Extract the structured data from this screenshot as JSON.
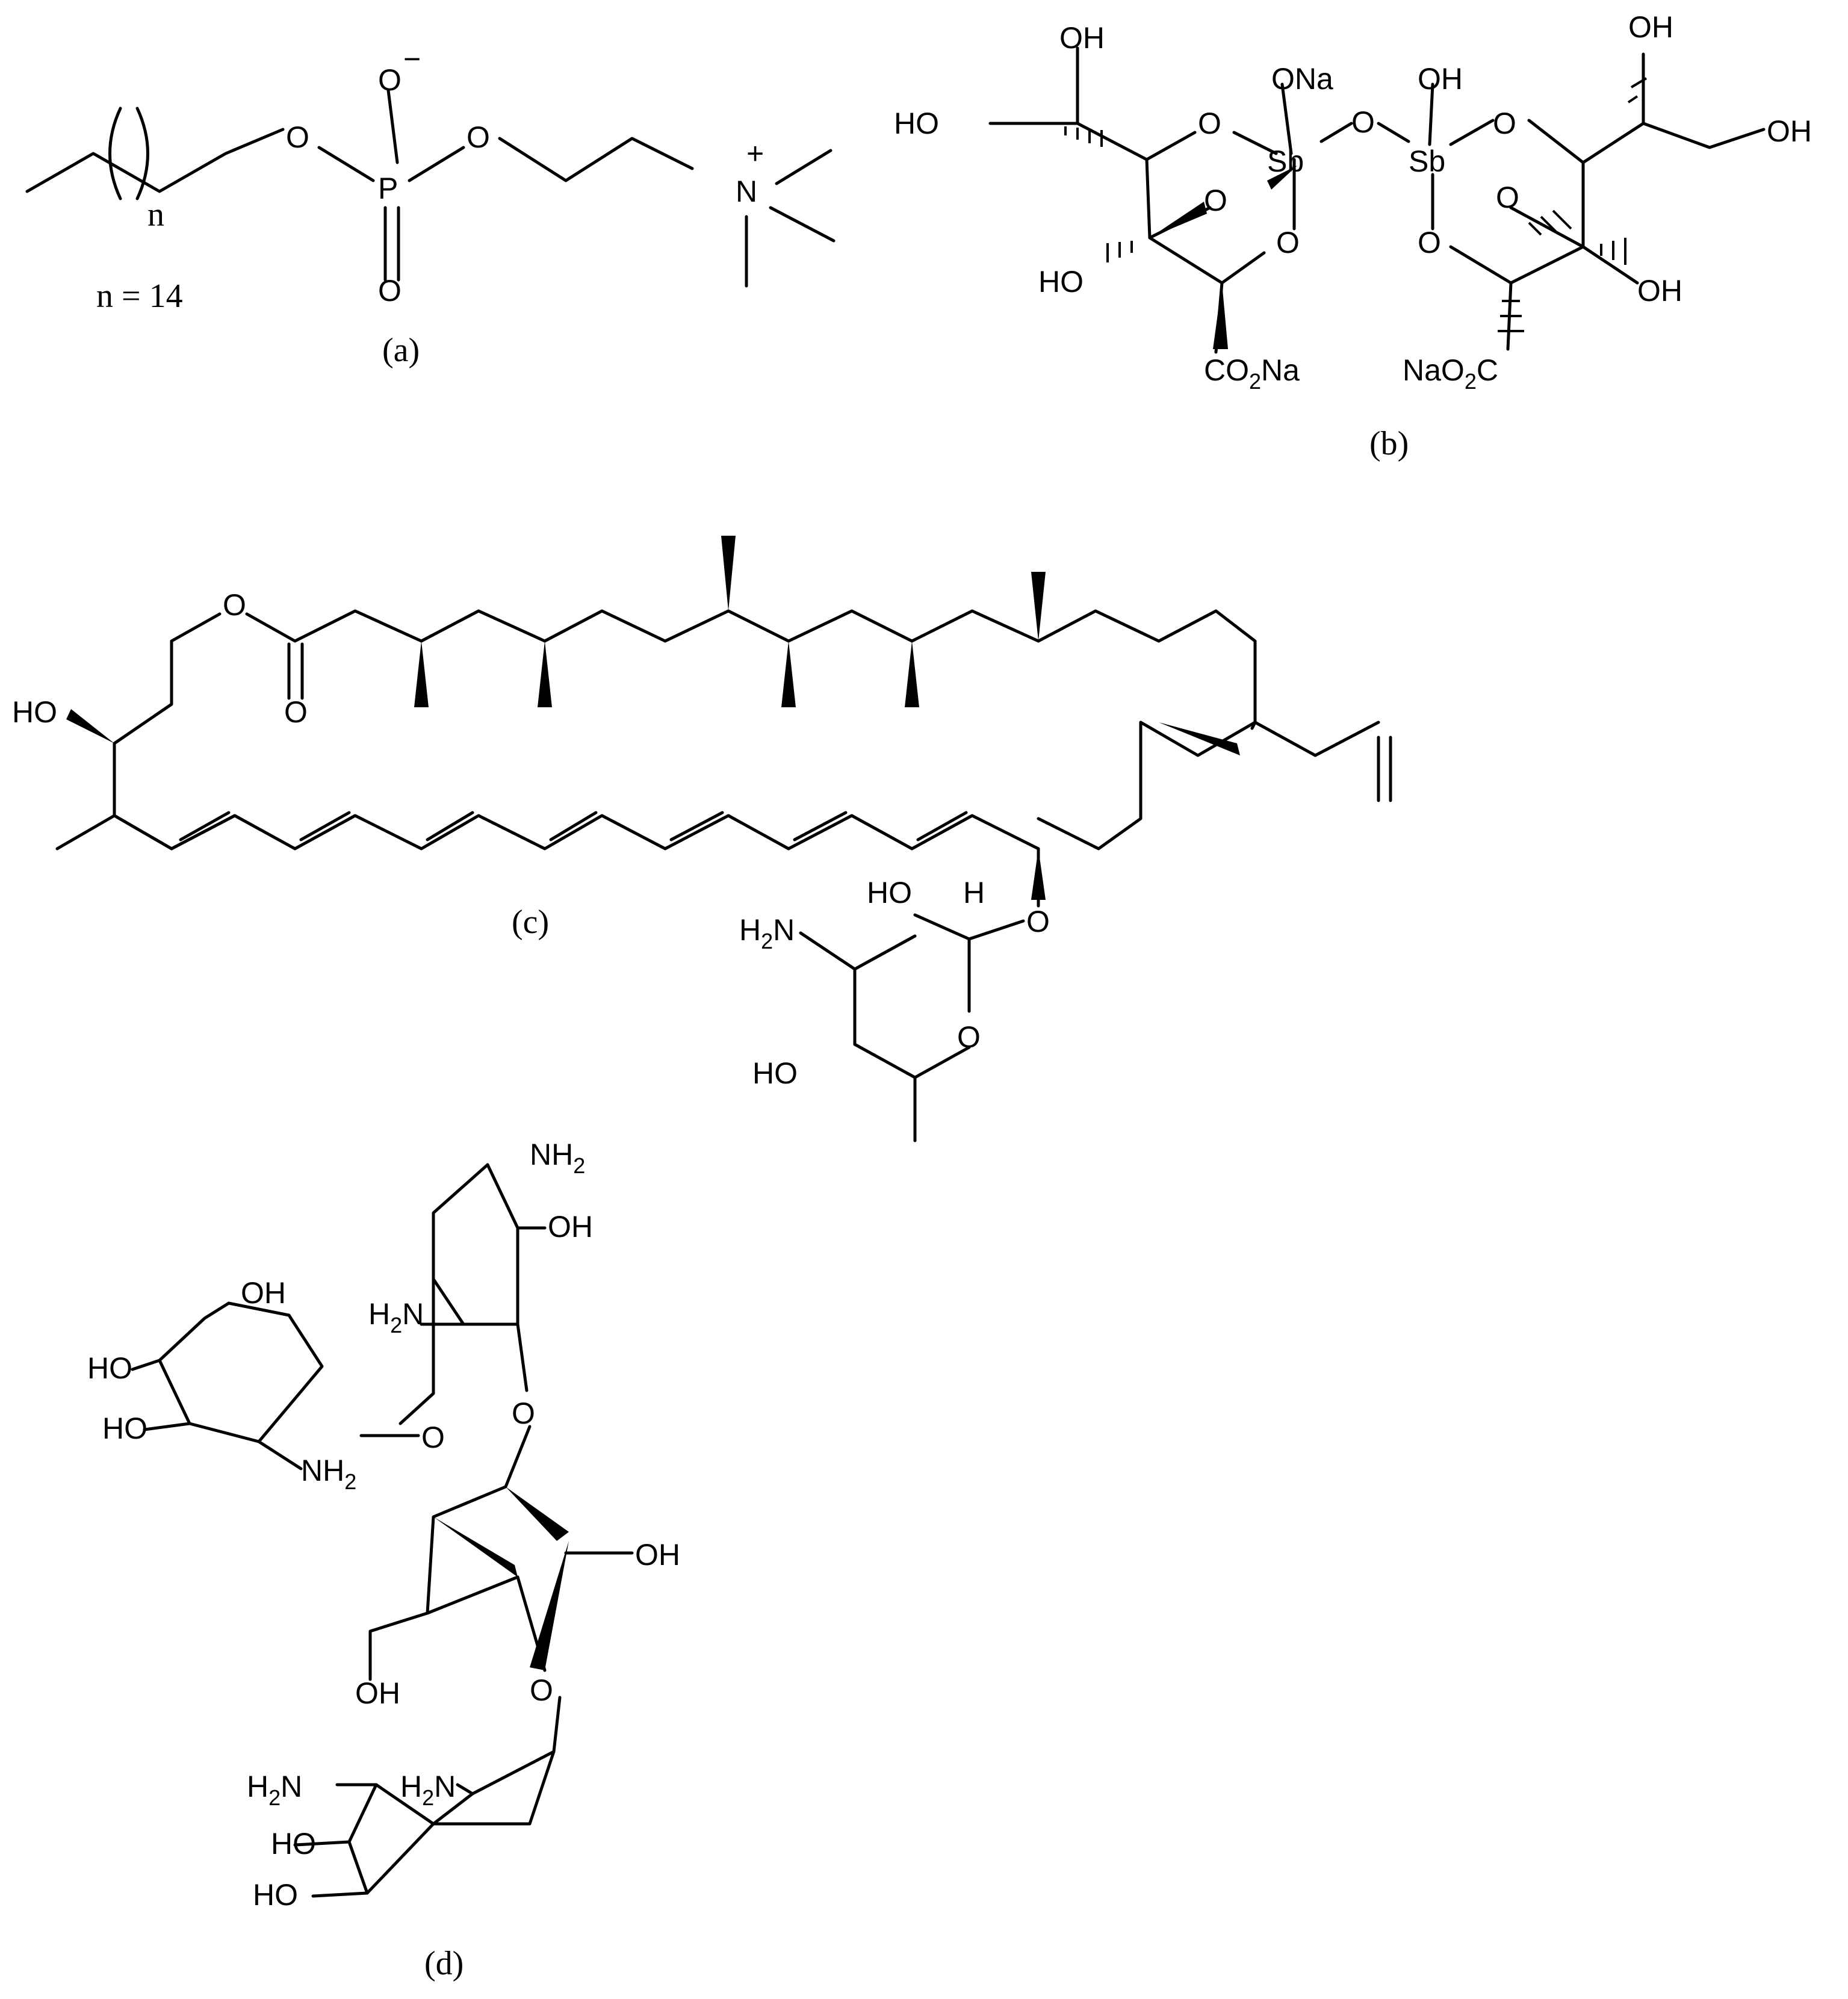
{
  "panels": {
    "a": {
      "caption": "(a)",
      "n_note": "n = 14",
      "labels": {
        "o1": "O",
        "o_minus": "O",
        "charge_minus": "−",
        "p": "P",
        "o_dbl": "O",
        "o2": "O",
        "n_plus": "N",
        "charge_plus": "+",
        "n_sub": "n"
      }
    },
    "b": {
      "caption": "(b)",
      "labels": {
        "oh_top_l": "OH",
        "ho_l": "HO",
        "o_ring_l": "O",
        "ona": "ONa",
        "sb_l": "Sb",
        "o_bridge": "O",
        "oh_sb_r": "OH",
        "sb_r": "Sb",
        "o_ring_r": "O",
        "oh_top_r": "OH",
        "oh_r": "OH",
        "o_wedge_l": "O",
        "o_lower_l": "O",
        "o_wedge_r": "O",
        "o_lower_r": "O",
        "ho_bl": "HO",
        "oh_br": "OH",
        "co2na": "CO",
        "co2na_sub": "2",
        "co2na_tail": "Na",
        "naoc_head": "NaO",
        "naoc_sub": "2",
        "naoc_tail": "C"
      }
    },
    "c": {
      "caption": "(c)",
      "labels": {
        "o_ester": "O",
        "o_carbonyl": "O",
        "ho": "HO",
        "o_glyco": "O",
        "ho_sugar": "HO",
        "h_sugar": "H",
        "h2n": "H",
        "h2n_sub": "2",
        "h2n_tail": "N",
        "o_ring": "O",
        "ho_ring": "HO"
      }
    },
    "d": {
      "caption": "(d)",
      "labels": {
        "nh2_top": "NH",
        "nh2_top_sub": "2",
        "oh_top": "OH",
        "h2n_mid": "H",
        "h2n_mid_sub": "2",
        "h2n_mid_tail": "N",
        "oh_ch2": "OH",
        "ho_1": "HO",
        "ho_2": "HO",
        "nh2_sugar": "NH",
        "nh2_sugar_sub": "2",
        "o_link1": "O",
        "o_link2": "O",
        "oh_pent": "OH",
        "oh_pent_ch2": "OH",
        "o_link3": "O",
        "h2n_bot": "H",
        "h2n_bot_sub": "2",
        "h2n_bot_tail": "N",
        "h2n_bot2": "H",
        "h2n_bot2_sub": "2",
        "h2n_bot2_tail": "N",
        "ho_bot1": "HO",
        "ho_bot2": "HO"
      }
    }
  }
}
